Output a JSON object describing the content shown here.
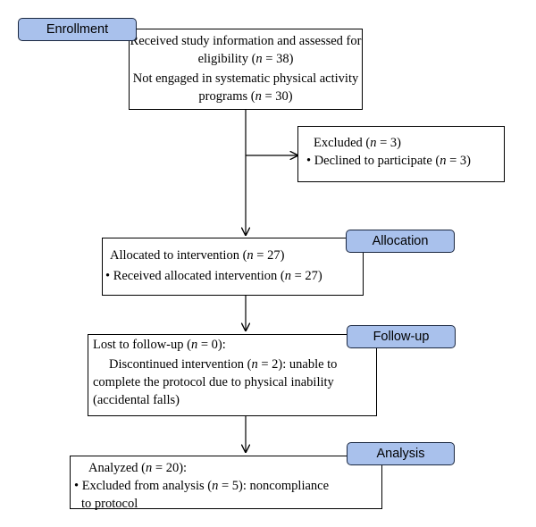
{
  "stages": {
    "enrollment": "Enrollment",
    "allocation": "Allocation",
    "followup": "Follow-up",
    "analysis": "Analysis"
  },
  "boxes": {
    "eligibility": {
      "l1": "Received study information and assessed for",
      "l2_pre": "eligibility (",
      "l2_n": "n",
      "l2_post": " = 38)",
      "l3": "Not engaged in systematic physical activity",
      "l4_pre": "programs (",
      "l4_n": "n",
      "l4_post": " = 30)"
    },
    "excluded": {
      "l1_pre": "Excluded (",
      "l1_n": "n",
      "l1_post": " = 3)",
      "l2_pre": "• Declined to participate (",
      "l2_n": "n",
      "l2_post": " = 3)"
    },
    "allocated": {
      "l1_pre": "Allocated to intervention (",
      "l1_n": "n",
      "l1_post": " = 27)",
      "l2_pre": "• Received allocated intervention (",
      "l2_n": "n",
      "l2_post": " = 27)"
    },
    "followup": {
      "l1_pre": "Lost to follow-up (",
      "l1_n": "n",
      "l1_post": " = 0):",
      "l2_pre": "Discontinued intervention (",
      "l2_n": "n",
      "l2_post": " = 2): unable to",
      "l3": "complete the protocol due to physical inability",
      "l4": "(accidental falls)"
    },
    "analyzed": {
      "l1_pre": "Analyzed (",
      "l1_n": "n",
      "l1_post": " = 20):",
      "l2_pre": "• Excluded from analysis (",
      "l2_n": "n",
      "l2_post": " = 5): noncompliance",
      "l3": "to protocol"
    }
  }
}
